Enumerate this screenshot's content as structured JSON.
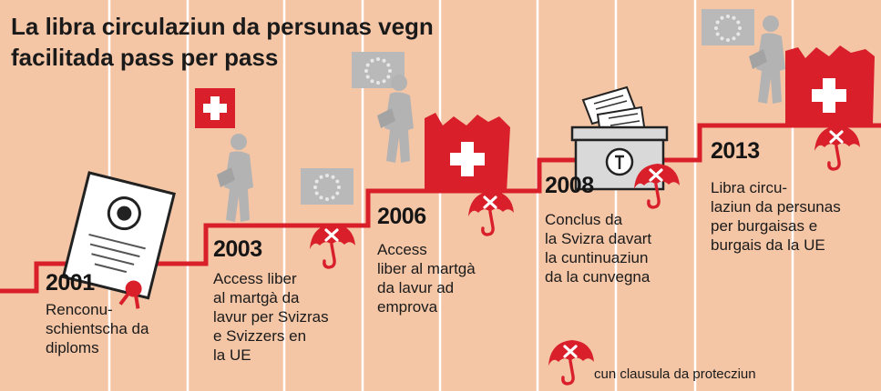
{
  "title": "La libra circulaziun da persunas vegn facilitada pass per pass",
  "steps": [
    {
      "year": "2001",
      "text": "Renconu-\nschientscha da\ndiploms"
    },
    {
      "year": "2003",
      "text": "Access liber\nal martgà da\nlavur per Svizras\ne Svizzers en\nla UE"
    },
    {
      "year": "2006",
      "text": "Access\nliber al martgà\nda lavur ad\nemprova"
    },
    {
      "year": "2008",
      "text": "Conclus da\nla Svizra davart\nla cuntinuaziun\nda la cunvegna"
    },
    {
      "year": "2013",
      "text": "Libra circu-\nlaziun da persunas\nper burgaisas e\nburgais da la UE"
    }
  ],
  "legend": {
    "text": "cun clausula da protecziun",
    "icon": "umbrella-protection-icon"
  },
  "colors": {
    "background": "#f5c6a6",
    "accent_red": "#d81f2a",
    "column_line": "#ffffff",
    "eu_flag": "#b9b9b9",
    "figure": "#b3b3b3"
  }
}
